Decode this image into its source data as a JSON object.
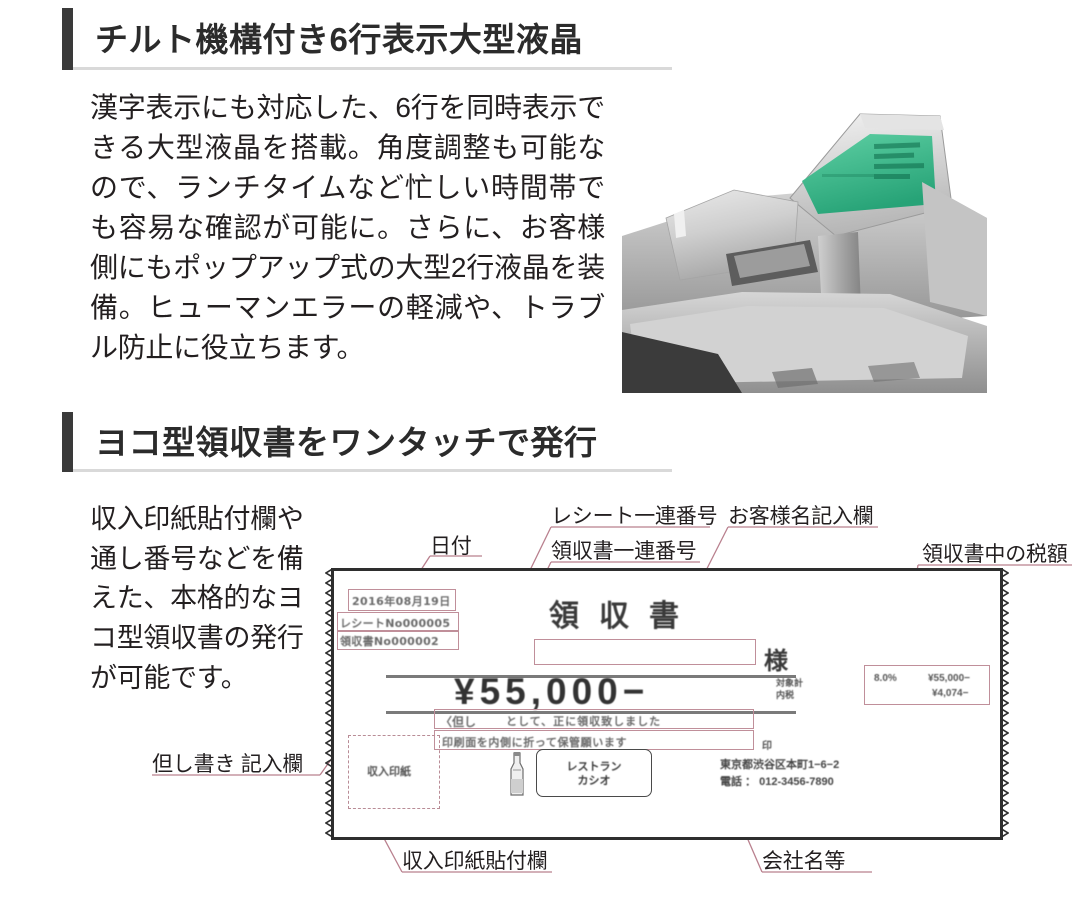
{
  "sections": [
    {
      "heading": "チルト機構付き6行表示大型液晶",
      "body": "漢字表示にも対応した、6行を同時表示できる大型液晶を搭載。角度調整も可能なので、ランチタイムなど忙しい時間帯でも容易な確認が可能に。さらに、お客様側にもポップアップ式の大型2行液晶を装備。ヒューマンエラーの軽減や、トラブル防止に役立ちます。"
    },
    {
      "heading": "ヨコ型領収書をワンタッチで発行",
      "body": "収入印紙貼付欄や通し番号などを備えた、本格的なヨコ型領収書の発行が可能です。"
    }
  ],
  "callouts": {
    "date": "日付",
    "receipt_serial": "レシート一連番号",
    "ryosyusho_serial": "領収書一連番号",
    "customer_name_field": "お客様名記入欄",
    "tax_amount": "領収書中の税額",
    "tadashigaki_field": "但し書き 記入欄",
    "stamp_field": "収入印紙貼付欄",
    "company_name": "会社名等"
  },
  "receipt": {
    "date": "2016年08月19日",
    "receipt_no": "レシートNo000005",
    "ryosyusho_no": "領収書No000002",
    "title": "領収書",
    "honorific": "様",
    "amount": "¥55,000−",
    "amount_label_1": "対象計",
    "amount_label_2": "内税",
    "toshite_text": "として、正に領収致しました",
    "fold_note": "印刷面を内側に折って保管願います",
    "tadashi_label": "〈但し",
    "stamp_box_label": "収入印紙",
    "in_label": "印",
    "logo_line_1": "レストラン",
    "logo_line_2": "カシオ",
    "address": "東京都渋谷区本町1−6−2",
    "phone": "電話 ： 012-3456-7890",
    "tax_rate": "8.0%",
    "tax_base": "¥55,000−",
    "tax_value": "¥4,074−"
  },
  "colors": {
    "accent_bar": "#3a3a3a",
    "field_outline": "#c08f9a",
    "receipt_border": "#2e2e2e",
    "lcd_green": "#3fb88a",
    "text": "#231f20"
  },
  "photo": {
    "alt": "チルト機構付き6行表示大型液晶を搭載したレジスター"
  }
}
